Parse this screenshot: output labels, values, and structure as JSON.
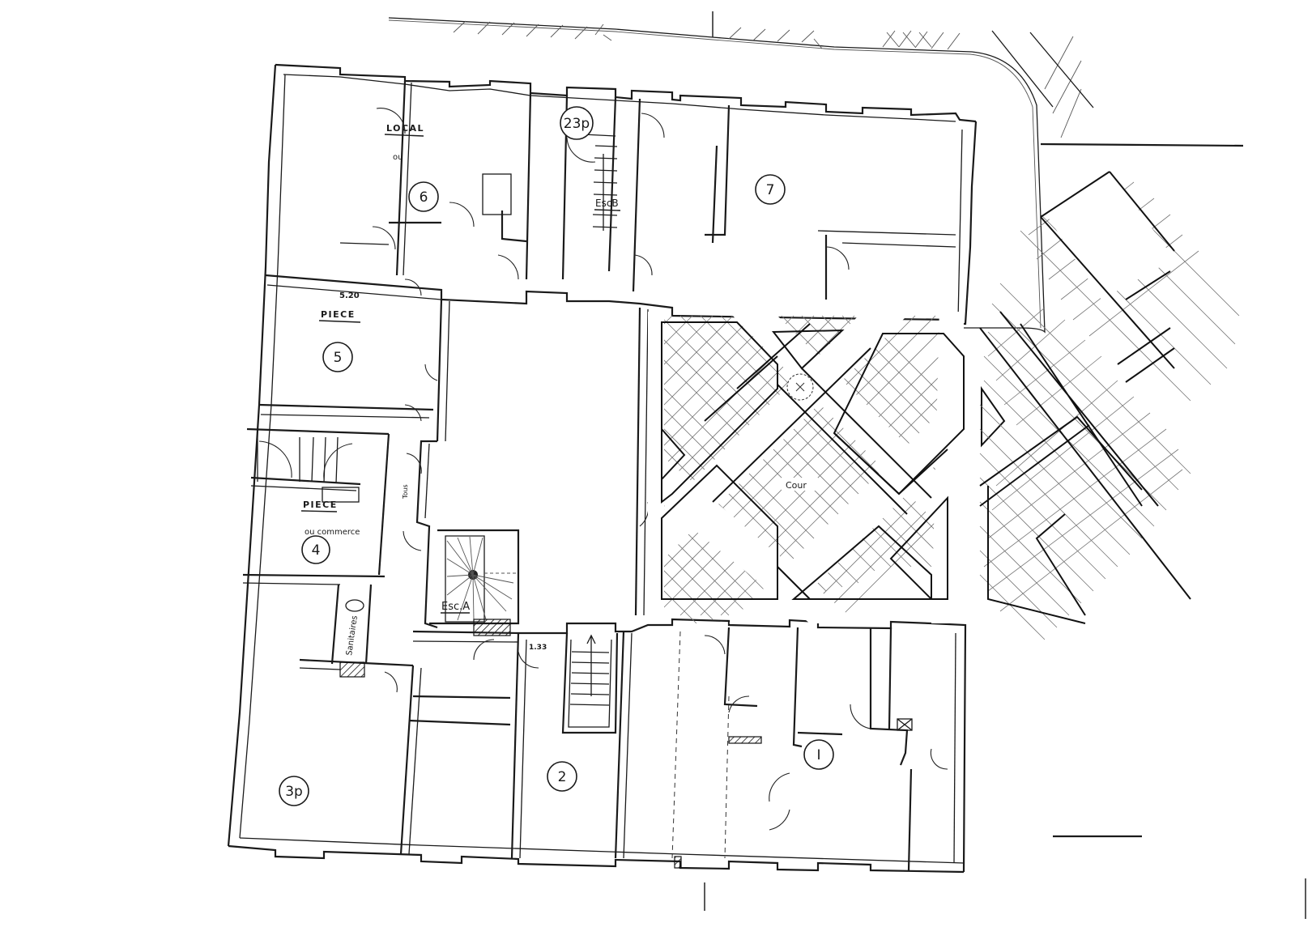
{
  "plan": {
    "rooms": [
      {
        "id": "room-6",
        "number": "6",
        "label": "LOCAL",
        "sublabel": "ou"
      },
      {
        "id": "room-23p",
        "number": "23p",
        "stair_label": "EscB"
      },
      {
        "id": "room-7",
        "number": "7"
      },
      {
        "id": "room-5",
        "number": "5",
        "label": "PIECE",
        "dimension": "5.20"
      },
      {
        "id": "room-4",
        "number": "4",
        "label": "PIECE",
        "sublabel": "ou commerce",
        "side_label": "Tous"
      },
      {
        "id": "sanitaires",
        "label": "Sanitaires"
      },
      {
        "id": "stair-a",
        "stair_label": "Esc.A"
      },
      {
        "id": "room-3p",
        "number": "3p"
      },
      {
        "id": "room-2",
        "number": "2",
        "dimension": "1.33"
      },
      {
        "id": "room-1",
        "number": "I"
      }
    ],
    "courtyard": {
      "label": "Cour"
    }
  }
}
